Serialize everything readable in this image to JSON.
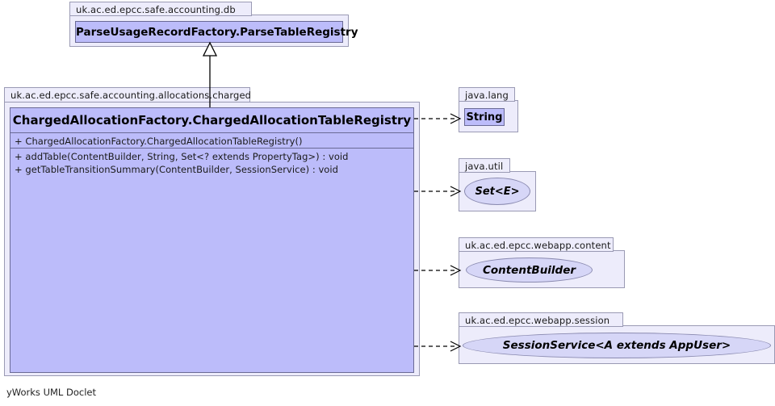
{
  "diagram": {
    "tool_label": "yWorks UML Doclet",
    "colors": {
      "class_fill": "#bcbcfa",
      "class_border": "#6a6a95",
      "package_fill": "#edecfb",
      "package_border": "#9a9ab4",
      "interface_fill": "#d6d6f7",
      "interface_border": "#8a8ab0",
      "edge": "#000000",
      "background": "#ffffff"
    }
  },
  "nodes": {
    "super_package": {
      "package_name": "uk.ac.ed.epcc.safe.accounting.db",
      "class_name": "ParseUsageRecordFactory.ParseTableRegistry",
      "kind": "class"
    },
    "main_package": {
      "package_name": "uk.ac.ed.epcc.safe.accounting.allocations.charged",
      "class_name": "ChargedAllocationFactory.ChargedAllocationTableRegistry",
      "kind": "class",
      "constructors": [
        "+ ChargedAllocationFactory.ChargedAllocationTableRegistry()"
      ],
      "methods": [
        "+ addTable(ContentBuilder, String, Set<? extends PropertyTag>) : void",
        "+ getTableTransitionSummary(ContentBuilder, SessionService) : void"
      ]
    },
    "dependencies": [
      {
        "package_name": "java.lang",
        "type_name": "String",
        "kind": "class"
      },
      {
        "package_name": "java.util",
        "type_name": "Set<E>",
        "kind": "interface"
      },
      {
        "package_name": "uk.ac.ed.epcc.webapp.content",
        "type_name": "ContentBuilder",
        "kind": "interface"
      },
      {
        "package_name": "uk.ac.ed.epcc.webapp.session",
        "type_name": "SessionService<A extends AppUser>",
        "kind": "interface"
      }
    ]
  },
  "edges": {
    "generalization": {
      "label": "extends",
      "from": "ChargedAllocationFactory.ChargedAllocationTableRegistry",
      "to": "ParseUsageRecordFactory.ParseTableRegistry",
      "style": "solid-hollow-triangle"
    },
    "dependency_style": "dashed-open-arrow",
    "dependency_targets": [
      "String",
      "Set<E>",
      "ContentBuilder",
      "SessionService<A extends AppUser>"
    ]
  }
}
